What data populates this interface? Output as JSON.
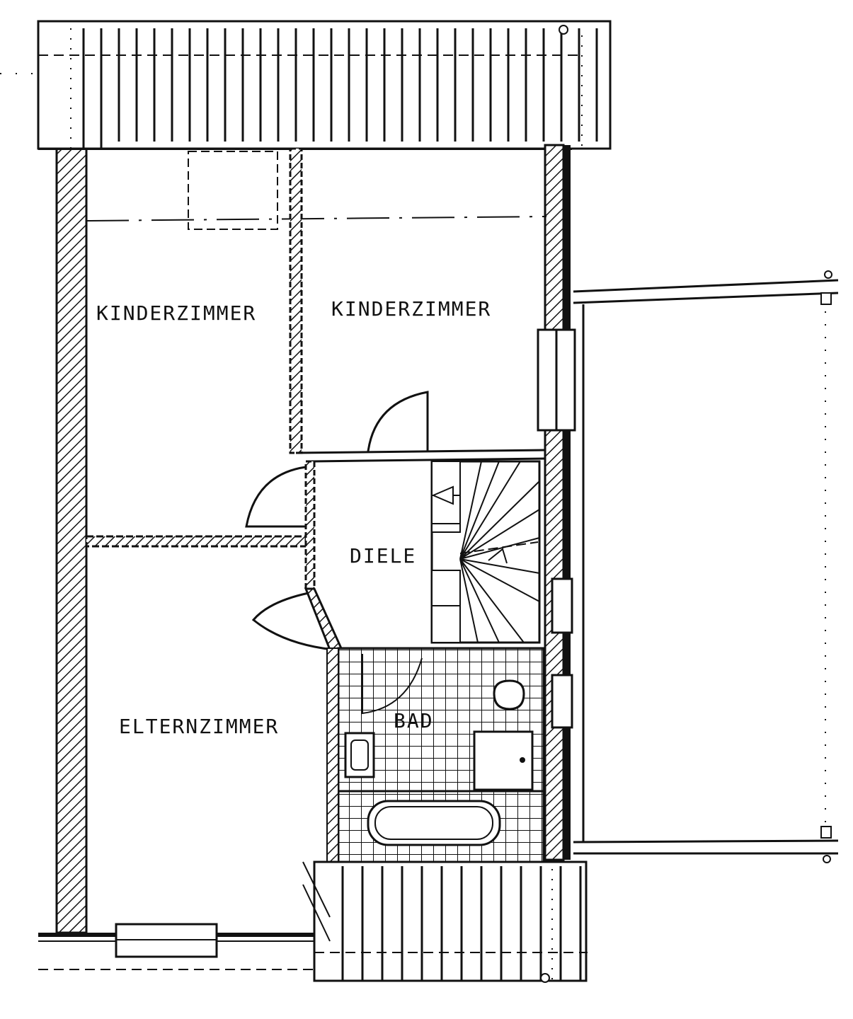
{
  "rooms": {
    "kinderzimmer_left": "KINDERZIMMER",
    "kinderzimmer_right": "KINDERZIMMER",
    "diele": "DIELE",
    "bad": "BAD",
    "elternzimmer": "ELTERNZIMMER"
  },
  "colors": {
    "ink": "#111111",
    "paper": "#ffffff"
  }
}
